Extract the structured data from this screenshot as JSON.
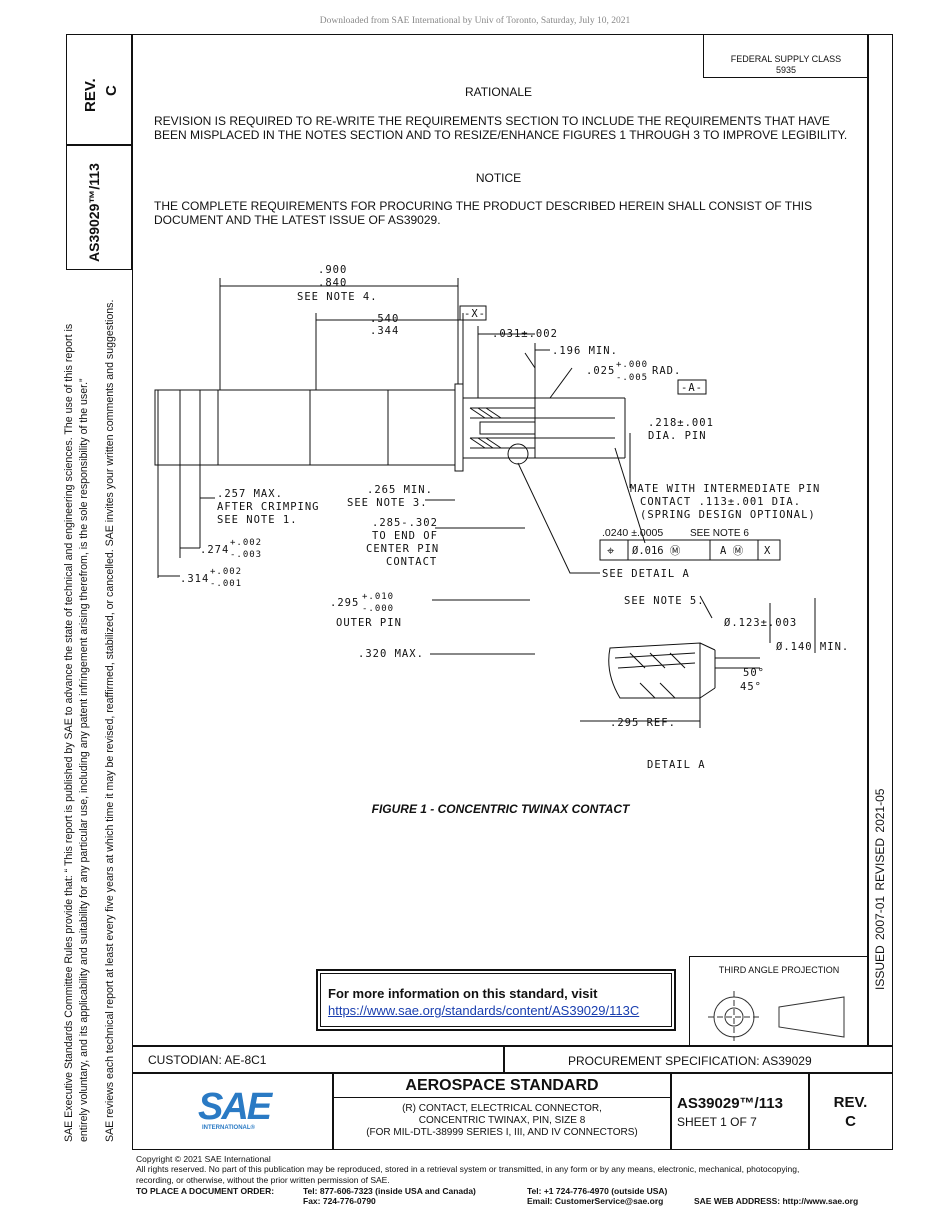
{
  "download_note": "Downloaded from SAE International by Univ of Toronto, Saturday, July 10, 2021",
  "side": {
    "rev_label": "REV.",
    "rev_value": "C",
    "doc_number": "AS39029™/113",
    "notice_line1": "SAE Executive Standards Committee Rules provide that: “ This report is published by SAE to advance the state of technical and engineering sciences. The use of this report is",
    "notice_line2": "entirely voluntary, and its applicability and suitability for any particular use, including any patent infringement arising therefrom, is the sole responsibility of the user.”",
    "notice_line3": "SAE reviews each technical report at least every five years at which time it may be revised, reaffirmed, stabilized, or cancelled. SAE invites your written comments and suggestions.",
    "issued": "ISSUED 2007-01   REVISED 2021-05"
  },
  "fsc": {
    "line1": "FEDERAL SUPPLY CLASS",
    "line2": "5935"
  },
  "rationale": {
    "heading": "RATIONALE",
    "text": "REVISION IS REQUIRED TO RE-WRITE THE REQUIREMENTS SECTION TO INCLUDE THE REQUIREMENTS THAT HAVE BEEN MISPLACED IN THE NOTES SECTION AND TO RESIZE/ENHANCE FIGURES 1 THROUGH 3 TO IMPROVE LEGIBILITY."
  },
  "notice": {
    "heading": "NOTICE",
    "text": "THE COMPLETE REQUIREMENTS FOR PROCURING THE PRODUCT DESCRIBED HEREIN SHALL CONSIST OF THIS DOCUMENT AND THE LATEST ISSUE OF AS39029."
  },
  "drawing": {
    "d900": ".900",
    "d840": ".840",
    "see_note_4": "SEE NOTE 4.",
    "d540": ".540",
    "d344": ".344",
    "datum_x": "-X-",
    "d031": ".031±.002",
    "d196": ".196 MIN.",
    "d025": ".025",
    "d025_tol_plus": "+.000",
    "d025_tol_minus": "-.005",
    "rad": "RAD.",
    "datum_a": "-A-",
    "d218": ".218±.001",
    "dia_pin": "DIA. PIN",
    "d257": ".257 MAX.",
    "after_crimping": "AFTER CRIMPING",
    "see_note_1": "SEE NOTE 1.",
    "d265": ".265 MIN.",
    "see_note_3": "SEE NOTE 3.",
    "d285": ".285-.302",
    "to_end_of": "TO END OF",
    "center_pin": "CENTER PIN",
    "contact": "CONTACT",
    "mate_1": "MATE WITH INTERMEDIATE PIN",
    "mate_2": "CONTACT .113±.001 DIA.",
    "mate_3": "(SPRING DESIGN OPTIONAL)",
    "d0240": ".0240 ±.0005",
    "see_note_6": "SEE NOTE 6",
    "fcf_pos": "⌖",
    "fcf_val": "Ø.016 Ⓜ",
    "fcf_a": "A Ⓜ",
    "fcf_x": "X",
    "d274": ".274",
    "d274_plus": "+.002",
    "d274_minus": "-.003",
    "d314": ".314",
    "d314_plus": "+.002",
    "d314_minus": "-.001",
    "see_detail_a": "SEE DETAIL  A",
    "d295": ".295",
    "d295_plus": "+.010",
    "d295_minus": "-.000",
    "outer_pin": "OUTER PIN",
    "d320": ".320 MAX.",
    "see_note_5": "SEE NOTE 5.",
    "d123": "Ø.123±.003",
    "d140": "Ø.140 MIN.",
    "ang50": "50°",
    "ang45": "45°",
    "d295ref": ".295 REF.",
    "detail_a": "DETAIL  A"
  },
  "figure_caption": "FIGURE 1 - CONCENTRIC TWINAX CONTACT",
  "info_box": {
    "text": "For more information on this standard, visit",
    "link": "https://www.sae.org/standards/content/AS39029/113C"
  },
  "projection_label": "THIRD ANGLE PROJECTION",
  "custodian": "CUSTODIAN: AE-8C1",
  "procurement": "PROCUREMENT SPECIFICATION: AS39029",
  "title_block": {
    "logo_text": "SAE",
    "logo_sub": "INTERNATIONAL®",
    "standard": "AEROSPACE STANDARD",
    "desc1": "(R) CONTACT, ELECTRICAL CONNECTOR,",
    "desc2": "CONCENTRIC TWINAX, PIN, SIZE 8",
    "desc3": "(FOR MIL-DTL-38999 SERIES I, III, AND IV CONNECTORS)",
    "doc": "AS39029™/113",
    "sheet": "SHEET 1 OF 7",
    "rev_label": "REV.",
    "rev_value": "C"
  },
  "footer": {
    "copyright": "Copyright © 2021 SAE International",
    "rights1": "All rights reserved. No part of this publication may be reproduced, stored in a retrieval system or transmitted, in any form or by any means, electronic, mechanical, photocopying,",
    "rights2": "recording, or otherwise, without the prior written permission of SAE.",
    "order_label": "TO PLACE A DOCUMENT ORDER:",
    "tel1": "Tel: 877-606-7323 (inside USA and Canada)",
    "fax": "Fax: 724-776-0790",
    "tel2": "Tel: +1 724-776-4970 (outside USA)",
    "email": "Email: CustomerService@sae.org",
    "web": "SAE WEB ADDRESS: http://www.sae.org"
  },
  "colors": {
    "sae_blue": "#2a7ac4",
    "link": "#1a3fb0",
    "line": "#111111"
  }
}
